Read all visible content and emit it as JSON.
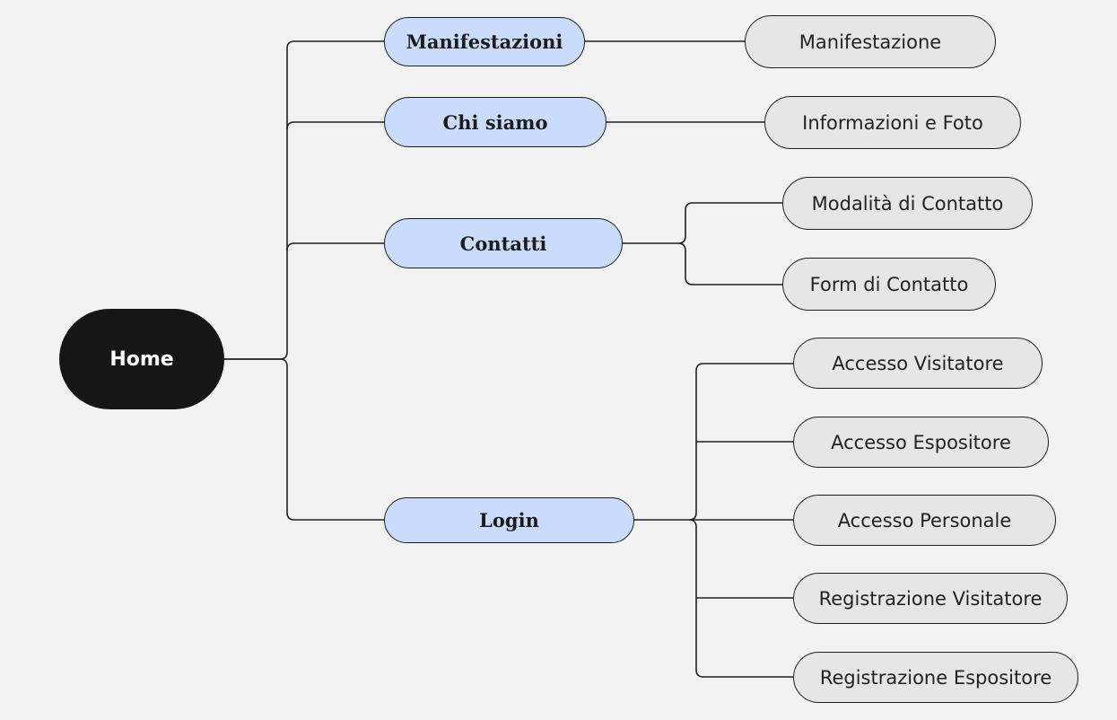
{
  "root": {
    "label": "Home"
  },
  "branches": [
    {
      "label": "Manifestazioni",
      "children": [
        "Manifestazione"
      ]
    },
    {
      "label": "Chi siamo",
      "children": [
        "Informazioni e Foto"
      ]
    },
    {
      "label": "Contatti",
      "children": [
        "Modalità di Contatto",
        "Form di Contatto"
      ]
    },
    {
      "label": "Login",
      "children": [
        "Accesso Visitatore",
        "Accesso Espositore",
        "Accesso Personale",
        "Registrazione Visitatore",
        "Registrazione Espositore"
      ]
    }
  ],
  "colors": {
    "background": "#f2f2f2",
    "root_fill": "#161616",
    "branch_fill": "#c9dcfb",
    "leaf_fill": "#e6e6e6",
    "line": "#1f1f1f"
  }
}
